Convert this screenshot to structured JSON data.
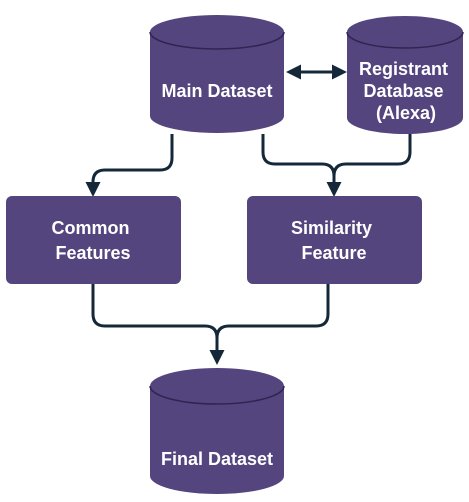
{
  "nodes": {
    "main_dataset": {
      "lines": [
        "Main Dataset"
      ],
      "shape": "cylinder"
    },
    "registrant_database": {
      "lines": [
        "Registrant",
        "Database",
        "(Alexa)"
      ],
      "shape": "cylinder"
    },
    "common_features": {
      "lines": [
        "Common",
        "Features"
      ],
      "shape": "rounded-rectangle"
    },
    "similarity_feature": {
      "lines": [
        "Similarity",
        "Feature"
      ],
      "shape": "rounded-rectangle"
    },
    "final_dataset": {
      "lines": [
        "Final Dataset"
      ],
      "shape": "cylinder"
    }
  },
  "edges": [
    {
      "from": "main_dataset",
      "to": "registrant_database",
      "direction": "bidirectional"
    },
    {
      "from": "main_dataset",
      "to": "common_features",
      "direction": "forward"
    },
    {
      "from": "main_dataset",
      "to": "similarity_feature",
      "direction": "forward"
    },
    {
      "from": "registrant_database",
      "to": "similarity_feature",
      "direction": "forward"
    },
    {
      "from": "common_features",
      "to": "final_dataset",
      "direction": "forward"
    },
    {
      "from": "similarity_feature",
      "to": "final_dataset",
      "direction": "forward"
    }
  ],
  "colors": {
    "node_fill": "#54457f",
    "node_outline": "#2f2550",
    "connector": "#15283a",
    "label": "#ffffff",
    "background": "#ffffff"
  }
}
